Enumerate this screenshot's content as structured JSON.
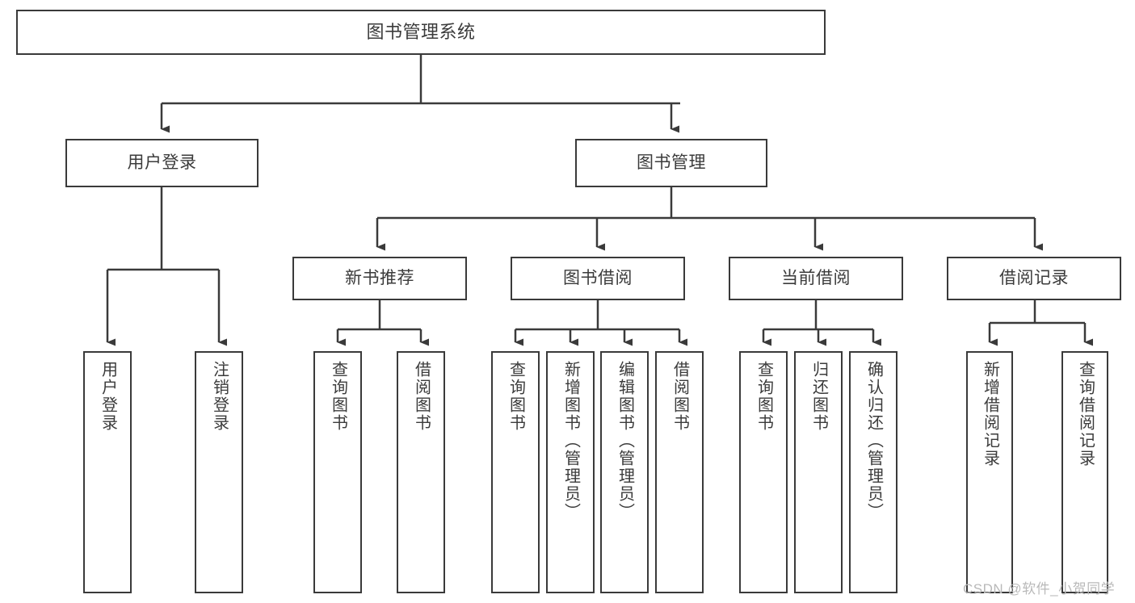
{
  "diagram": {
    "title": "图书管理系统",
    "type": "tree",
    "orientation": "top-down",
    "colors": {
      "box_border": "#3a3a3a",
      "box_fill": "#ffffff",
      "text": "#3b3b3b",
      "edge": "#3a3a3a",
      "watermark": "#b9b9b9",
      "background": "#ffffff"
    },
    "watermark": "CSDN @软件_小贺同学",
    "nodes": {
      "root": {
        "label": "图书管理系统",
        "level": 0
      },
      "level1": [
        {
          "id": "user-login",
          "label": "用户登录"
        },
        {
          "id": "book-manage",
          "label": "图书管理"
        }
      ],
      "level2": [
        {
          "id": "new-book-recommend",
          "label": "新书推荐",
          "parent": "book-manage"
        },
        {
          "id": "book-borrow",
          "label": "图书借阅",
          "parent": "book-manage"
        },
        {
          "id": "current-borrow",
          "label": "当前借阅",
          "parent": "book-manage"
        },
        {
          "id": "borrow-record",
          "label": "借阅记录",
          "parent": "book-manage"
        }
      ],
      "leaves": {
        "user-login": [
          {
            "id": "leaf-user-login",
            "label": "用户登录"
          },
          {
            "id": "leaf-user-logout",
            "label": "注销登录"
          }
        ],
        "new-book-recommend": [
          {
            "id": "leaf-query-book-1",
            "label": "查询图书"
          },
          {
            "id": "leaf-borrow-book-1",
            "label": "借阅图书"
          }
        ],
        "book-borrow": [
          {
            "id": "leaf-query-book-2",
            "label": "查询图书"
          },
          {
            "id": "leaf-add-book",
            "label": "新增图书（管理员）"
          },
          {
            "id": "leaf-edit-book",
            "label": "编辑图书（管理员）"
          },
          {
            "id": "leaf-borrow-book-2",
            "label": "借阅图书"
          }
        ],
        "current-borrow": [
          {
            "id": "leaf-query-book-3",
            "label": "查询图书"
          },
          {
            "id": "leaf-return-book",
            "label": "归还图书"
          },
          {
            "id": "leaf-confirm-return",
            "label": "确认归还（管理员）"
          }
        ],
        "borrow-record": [
          {
            "id": "leaf-add-record",
            "label": "新增借阅记录"
          },
          {
            "id": "leaf-query-record",
            "label": "查询借阅记录"
          }
        ]
      }
    }
  }
}
